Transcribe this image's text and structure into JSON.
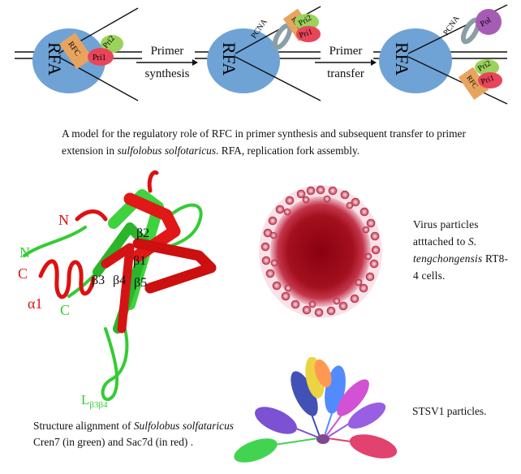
{
  "top_diagram": {
    "panel1": {
      "rfa": "RFA",
      "rfc": "RFC",
      "pri2": "Pri2",
      "pri1": "Pri1"
    },
    "arrow1": {
      "line1": "Primer",
      "line2": "synthesis"
    },
    "panel2": {
      "rfa": "RFA",
      "pcna": "PCNA",
      "rfc": "RFC",
      "pri2": "Pri2",
      "pri1": "Pri1"
    },
    "arrow2": {
      "line1": "Primer",
      "line2": "transfer"
    },
    "panel3": {
      "rfa": "RFA",
      "pcna": "PCNA",
      "pol": "Pol",
      "rfc": "RFC",
      "pri2": "Pri2",
      "pri1": "Pri1"
    }
  },
  "caption_main": {
    "part1": "A model for the regulatory role of RFC in primer synthesis and subsequent transfer to primer extension in ",
    "species": "sulfolobus solfotaricus",
    "part2": ". RFA, replication fork assembly."
  },
  "structure": {
    "labels": {
      "n_red": "N",
      "n_green": "N",
      "c_red": "C",
      "c_green": "C",
      "alpha1": "α1",
      "b1": "β1",
      "b2": "β2",
      "b3": "β3",
      "b4": "β4",
      "b5": "β5",
      "loop_main": "L",
      "loop_sub": "β3β4"
    },
    "caption": {
      "part1": "Structure alignment of ",
      "species": "Sulfolobus solfataricus",
      "part2": " Cren7 (in green) and Sac7d (in red) ."
    }
  },
  "virus": {
    "caption": {
      "part1": "Virus particles atttached to ",
      "species": "S. tengchongensis",
      "part2": " RT8-4 cells."
    }
  },
  "stsv": {
    "caption": "STSV1 particles."
  },
  "colors": {
    "rfa": "#6fa3d6",
    "rfc": "#e8a45f",
    "pri2": "#9bd25b",
    "pri1": "#e9455a",
    "pcna": "#8a9ea6",
    "pol": "#a65bb5",
    "cren7": "#33cc33",
    "sac7d": "#dd1111",
    "virus": "#a01020"
  }
}
